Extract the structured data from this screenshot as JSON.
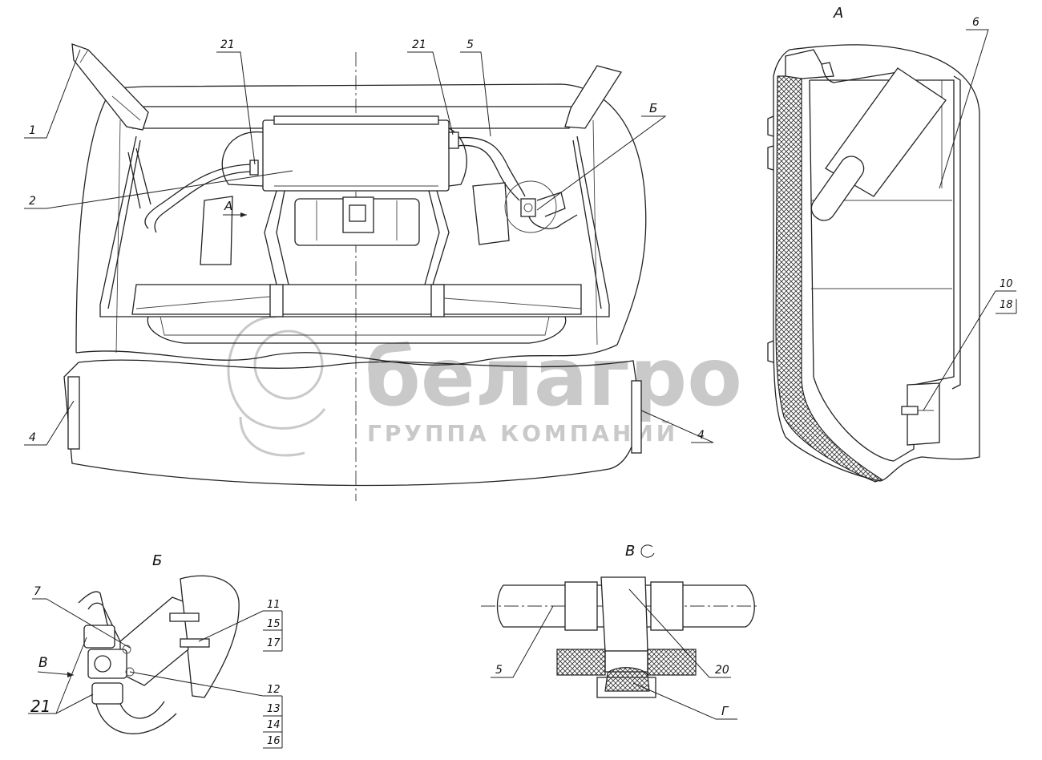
{
  "views": {
    "view_a_title": "А",
    "view_b_title": "Б",
    "view_v_title": "В",
    "arrow_a_label": "А",
    "arrow_v_label": "В",
    "detail_b_label": "Б",
    "detail_g_label": "Г"
  },
  "callouts": {
    "main": [
      "1",
      "2",
      "21",
      "21",
      "5",
      "4",
      "4"
    ],
    "view_a": [
      "6",
      "10",
      "18"
    ],
    "view_b": [
      "7",
      "11",
      "15",
      "17",
      "12",
      "13",
      "14",
      "16",
      "21"
    ],
    "view_v": [
      "5",
      "20"
    ]
  },
  "watermark": {
    "brand": "белагро",
    "subtitle": "ГРУППА КОМПАНИЙ"
  },
  "colors": {
    "line": "#222222",
    "watermark": "#c9c9c9",
    "hatch": "#333333"
  }
}
